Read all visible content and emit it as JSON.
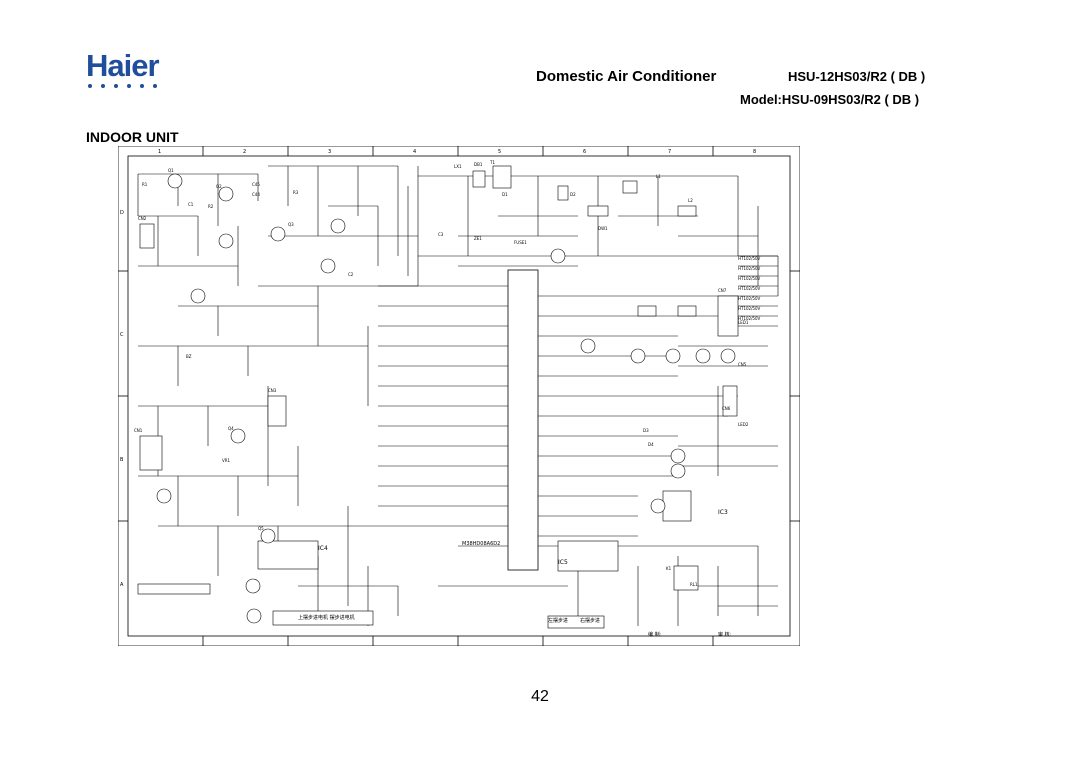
{
  "header": {
    "logo": "Haier",
    "title": "Domestic Air Conditioner",
    "model_line1": "HSU-12HS03/R2 ( DB )",
    "model_line2": "Model:HSU-09HS03/R2 ( DB )"
  },
  "section_title": "INDOOR UNIT",
  "page_number": "42",
  "schematic": {
    "column_numbers": [
      "1",
      "2",
      "3",
      "4",
      "5",
      "6",
      "7",
      "8"
    ],
    "row_letters": [
      "D",
      "C",
      "B",
      "A"
    ],
    "mcu_label": "M38HD08A6D2",
    "ic_labels": [
      "IC4",
      "IC5",
      "IC3"
    ],
    "component_labels": [
      "T1",
      "LX1",
      "R1",
      "R2",
      "R3",
      "C1",
      "C2",
      "C3",
      "C44",
      "C45",
      "CN1",
      "CN2",
      "CN3",
      "CN5",
      "CN6",
      "CN7",
      "Q1",
      "Q2",
      "Q3",
      "Q4",
      "Q5",
      "D1",
      "D2",
      "D3",
      "D4",
      "DW1",
      "ZE1",
      "FUSE1",
      "RL1",
      "K1",
      "L1",
      "L2",
      "BZ",
      "LED1",
      "LED2",
      "VR1",
      "DB1"
    ],
    "side_labels": [
      "HT102/50V",
      "HT102/50V",
      "HT102/50V",
      "HT102/50V",
      "HT102/50V",
      "HT102/50V",
      "HT102/50V"
    ],
    "bottom_labels": [
      "上摆步进电机 摆步进电机",
      "左摆步进",
      "右摆步进"
    ],
    "footer_labels": [
      "编 制:",
      "审 核:"
    ]
  }
}
